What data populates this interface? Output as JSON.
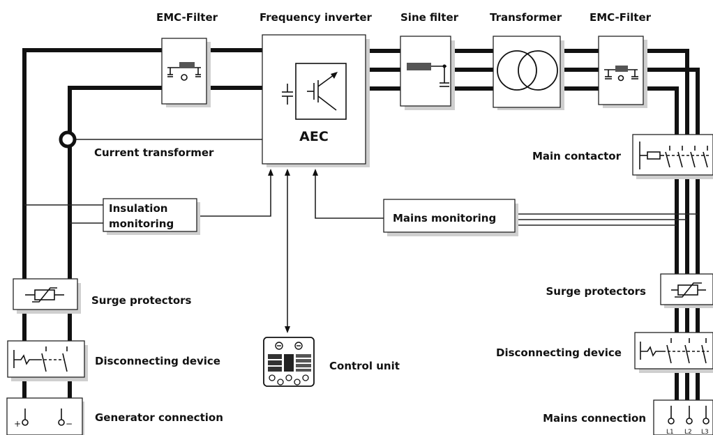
{
  "labels": {
    "emc_filter_left": "EMC-Filter",
    "frequency_inverter": "Frequency inverter",
    "sine_filter": "Sine filter",
    "transformer": "Transformer",
    "emc_filter_right": "EMC-Filter",
    "aec": "AEC",
    "current_transformer": "Current transformer",
    "main_contactor": "Main contactor",
    "insulation_monitoring_line1": "Insulation",
    "insulation_monitoring_line2": "monitoring",
    "mains_monitoring": "Mains monitoring",
    "surge_protectors_left": "Surge protectors",
    "surge_protectors_right": "Surge protectors",
    "disconnecting_device_left": "Disconnecting device",
    "disconnecting_device_right": "Disconnecting device",
    "control_unit": "Control unit",
    "generator_connection": "Generator connection",
    "mains_connection": "Mains connection",
    "generator_plus": "+",
    "generator_minus": "−",
    "phase_l1": "L1",
    "phase_l2": "L2",
    "phase_l3": "L3"
  }
}
